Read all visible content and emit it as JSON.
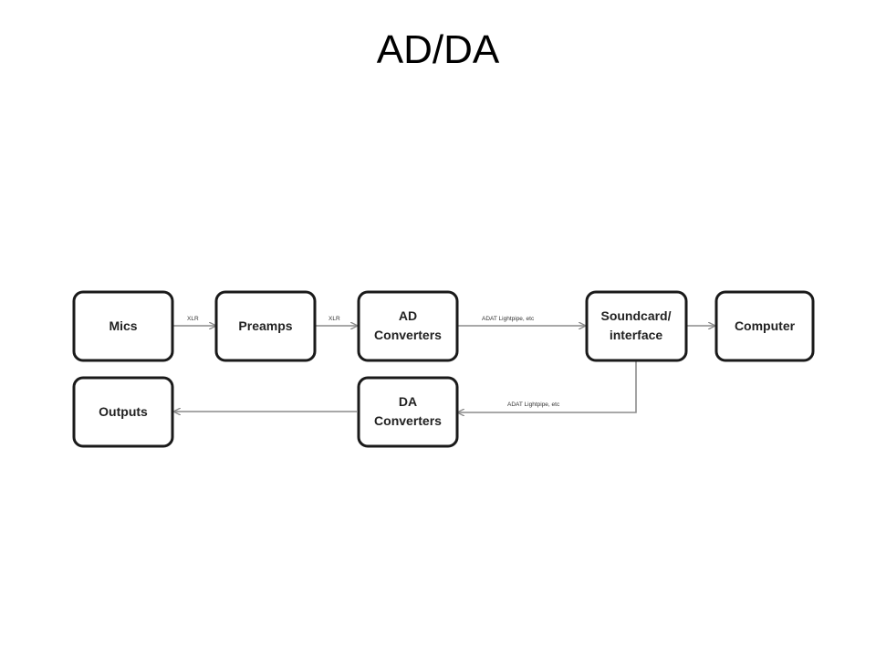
{
  "title": "AD/DA",
  "nodes": {
    "mics": [
      "Mics"
    ],
    "preamps": [
      "Preamps"
    ],
    "ad": [
      "AD",
      "Converters"
    ],
    "soundcard": [
      "Soundcard/",
      "interface"
    ],
    "computer": [
      "Computer"
    ],
    "outputs": [
      "Outputs"
    ],
    "da": [
      "DA",
      "Converters"
    ]
  },
  "edges": {
    "mics_preamps": "XLR",
    "preamps_ad": "XLR",
    "ad_soundcard": "ADAT Lightpipe, etc",
    "soundcard_da": "ADAT Lightpipe, etc"
  },
  "colors": {
    "box_stroke": "#1a1a1a",
    "edge": "#8c8c8c"
  }
}
